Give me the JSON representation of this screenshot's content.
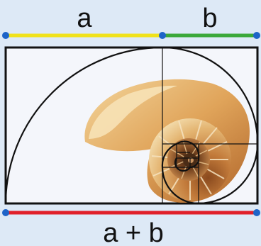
{
  "labels": {
    "a": "a",
    "b": "b",
    "a_plus_b": "a + b"
  },
  "colors": {
    "background": "#dde9f6",
    "panel": "#f4f6fb",
    "segment_a": "#f0e21a",
    "segment_b": "#3aa83a",
    "segment_total": "#e0202a",
    "endpoint": "#1e64c8",
    "outline": "#111111"
  }
}
